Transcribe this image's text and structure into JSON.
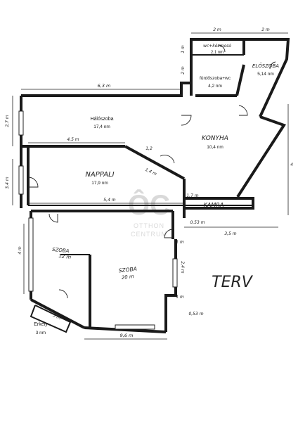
{
  "rooms": {
    "haloszoba": {
      "name": "Hálószoba",
      "area": "17,4 nm"
    },
    "nappali": {
      "name": "NAPPALI",
      "area": "17,9 nm"
    },
    "konyha": {
      "name": "KONYHA",
      "area": "10,4 nm"
    },
    "wc": {
      "name": "wc+kézmosó",
      "area": "2,1 nm"
    },
    "furdo": {
      "name": "fürdőszoba+wc",
      "area": "4,2 nm"
    },
    "eloszoba": {
      "name": "ELŐSZOBA",
      "area": "5,14 nm"
    },
    "kamra": {
      "name": "KAMRA"
    },
    "szoba1": {
      "name": "SZOBA",
      "area": "12 m"
    },
    "szoba2": {
      "name": "SZOBA",
      "area": "20 m"
    },
    "erkely": {
      "name": "Erkély",
      "area": "3 nm"
    }
  },
  "dimensions": {
    "top_wc": "2 m",
    "top_elo": "2 m",
    "wc_height": "1 m",
    "furdo_height": "2 m",
    "bedroom_width": "6,3 m",
    "bedroom_height": "2,7 m",
    "hall_width": "4,5 m",
    "diag_short": "1,2",
    "living_height": "3,4 m",
    "living_inner": "1,4 m",
    "kamra_width": "5,4 m",
    "kamra_height": "1,7 m",
    "gap1": "0,53 m",
    "right_width": "3,5 m",
    "room1_height": "4 m",
    "room2_right": "2,4 m",
    "seg_a": "1 m",
    "seg_b": "1 m",
    "gap2": "0,53 m",
    "bottom_width": "9,6 m",
    "balcony": "5 m",
    "right_edge": "4"
  },
  "labels": {
    "terv": "TERV"
  },
  "watermark": {
    "brand_line1": "OTTHON",
    "brand_line2": "CENTRUM"
  }
}
